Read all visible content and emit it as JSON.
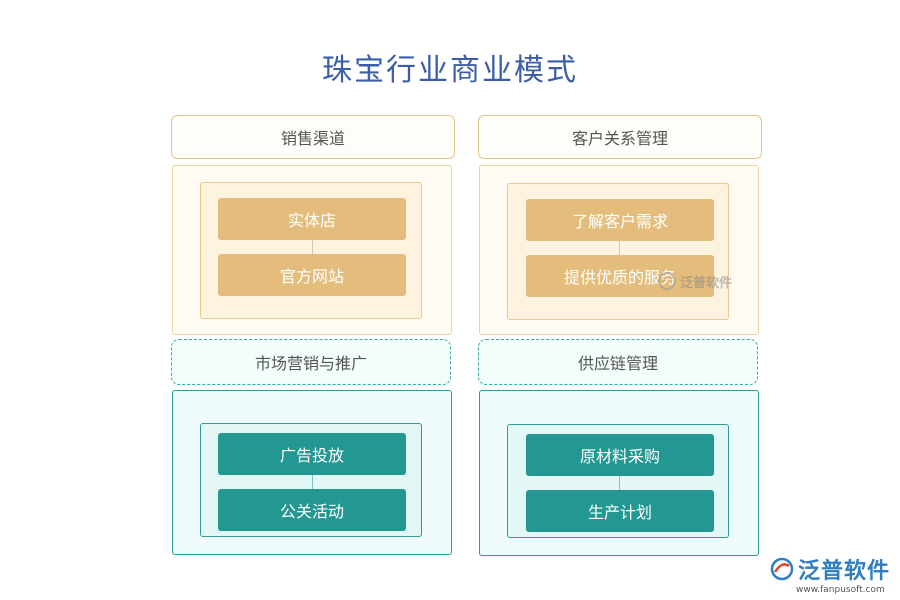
{
  "title": "珠宝行业商业模式",
  "sections": [
    {
      "header": "销售渠道",
      "items": [
        "实体店",
        "官方网站"
      ]
    },
    {
      "header": "客户关系管理",
      "items": [
        "了解客户需求",
        "提供优质的服务"
      ]
    },
    {
      "header": "市场营销与推广",
      "items": [
        "广告投放",
        "公关活动"
      ]
    },
    {
      "header": "供应链管理",
      "items": [
        "原材料采购",
        "生产计划"
      ]
    }
  ],
  "colors": {
    "title": "#3a5fa8",
    "gold_item": "#e4bd7c",
    "teal_item": "#239792",
    "gold_border": "#e6c58c",
    "teal_border": "#2e9c95"
  },
  "watermark": {
    "brand": "泛普软件",
    "url": "www.fanpusoft.com"
  }
}
